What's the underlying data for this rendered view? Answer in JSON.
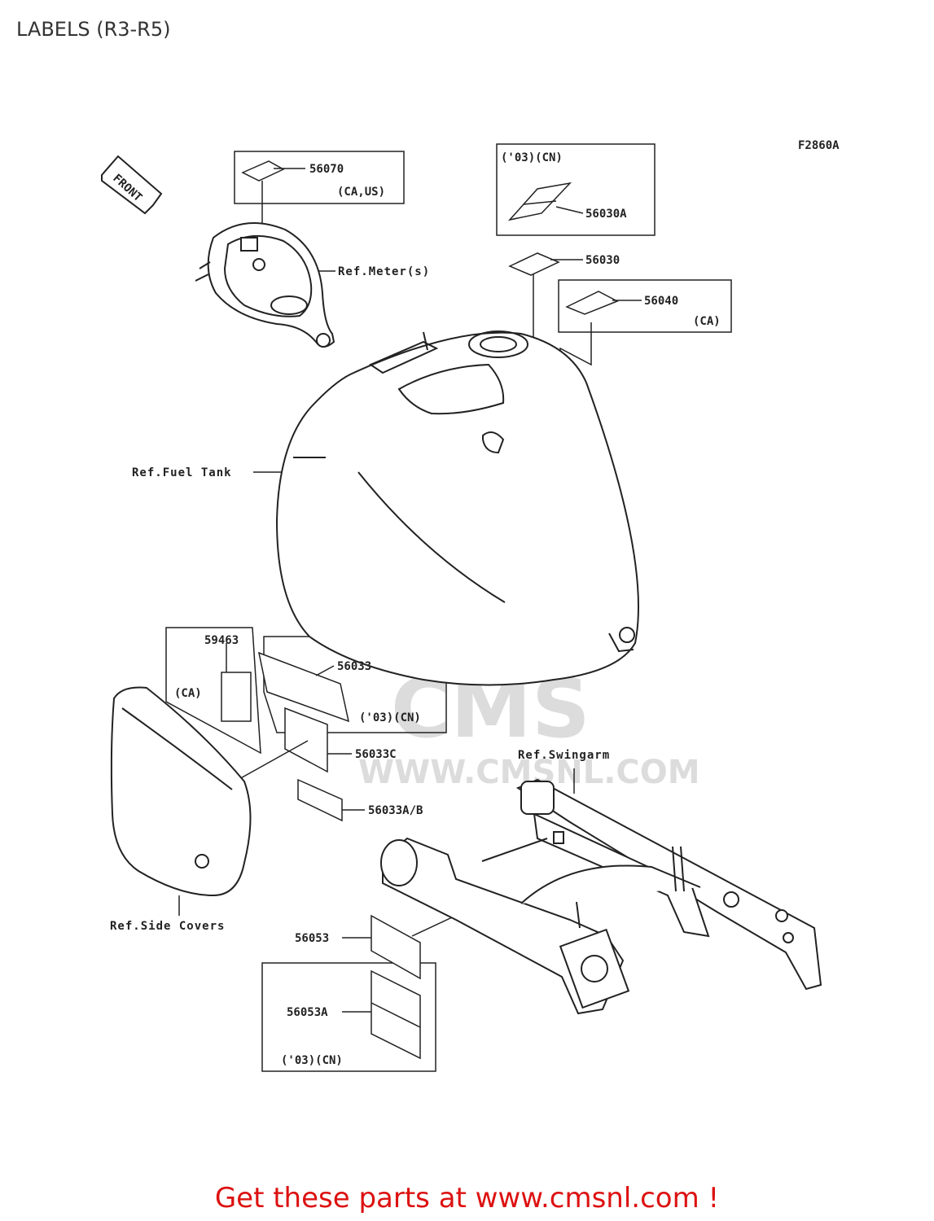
{
  "page": {
    "title": "LABELS (R3-R5)",
    "figure_code": "F2860A",
    "footer": "Get these parts at www.cmsnl.com !"
  },
  "watermark": {
    "brand": "CMS",
    "url": "WWW.CMSNL.COM"
  },
  "orientation": {
    "label": "FRONT"
  },
  "parts": {
    "p56070": "56070",
    "p56070_note": "(CA,US)",
    "p56030A": "56030A",
    "p56030A_note": "('03)(CN)",
    "p56030": "56030",
    "p56040": "56040",
    "p56040_note": "(CA)",
    "p59463": "59463",
    "p59463_note": "(CA)",
    "p56033": "56033",
    "p56033_note": "('03)(CN)",
    "p56033C": "56033C",
    "p56033AB": "56033A/B",
    "p56053": "56053",
    "p56053A": "56053A",
    "p56053A_note": "('03)(CN)"
  },
  "references": {
    "meter": "Ref.Meter(s)",
    "fuel_tank": "Ref.Fuel Tank",
    "swingarm": "Ref.Swingarm",
    "side_covers": "Ref.Side Covers"
  },
  "colors": {
    "line": "#222222",
    "watermark": "#dcdcdc",
    "footer": "#dd1111"
  }
}
